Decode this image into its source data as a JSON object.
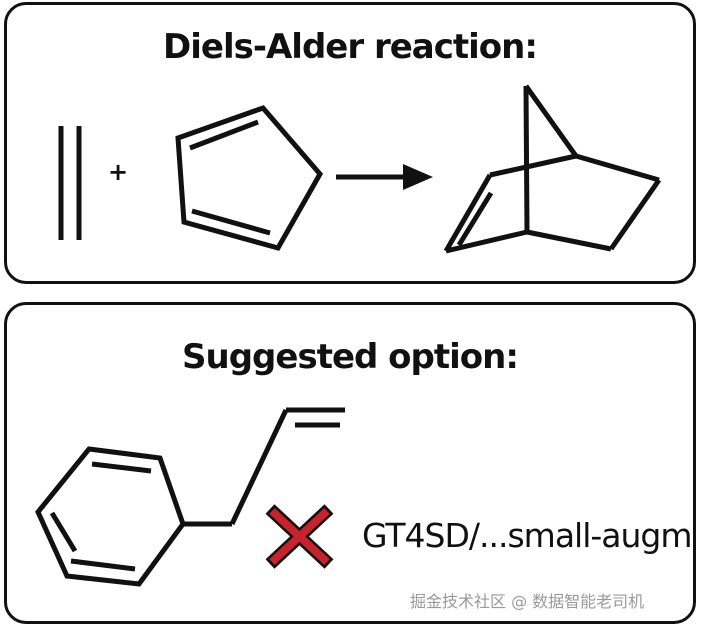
{
  "reaction_panel": {
    "title": "Diels-Alder reaction:",
    "plus_sign": "+"
  },
  "suggestion_panel": {
    "title": "Suggested option:",
    "model_label": "GT4SD/...small-augm",
    "reject_icon_color": "#c8232c"
  },
  "watermark": "掘金技术社区 @ 数据智能老司机",
  "colors": {
    "ink": "#111111",
    "reject": "#c8232c",
    "background": "#ffffff"
  }
}
